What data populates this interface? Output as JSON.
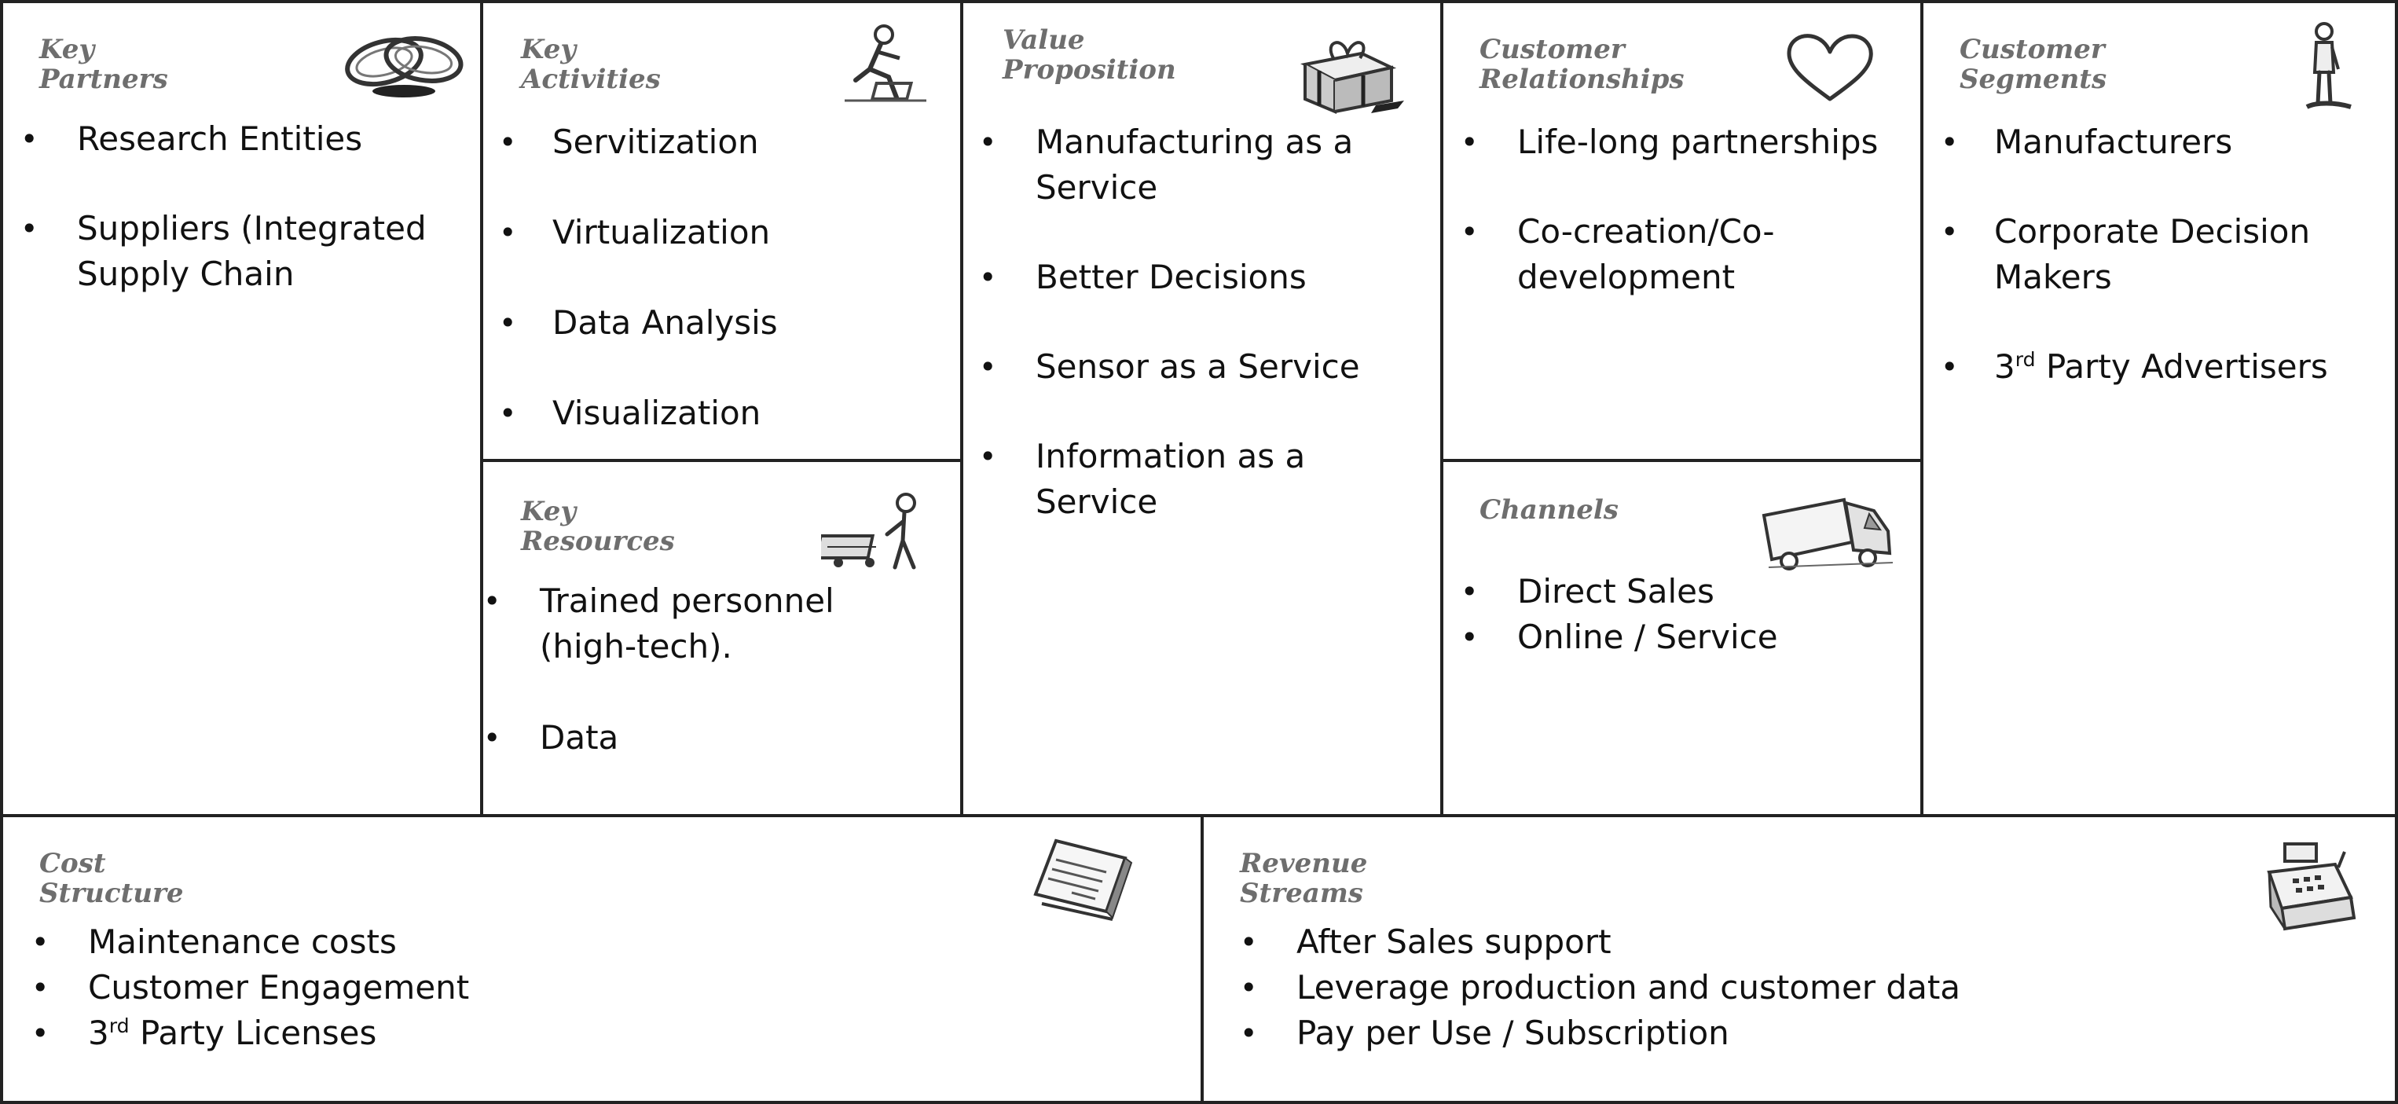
{
  "key_partners": {
    "title_line1": "Key",
    "title_line2": "Partners",
    "items": [
      {
        "line1": "Research Entities",
        "line2": ""
      },
      {
        "line1": "Suppliers (Integrated",
        "line2": "Supply Chain"
      }
    ]
  },
  "key_activities": {
    "title_line1": "Key",
    "title_line2": "Activities",
    "items": [
      "Servitization",
      "Virtualization",
      "Data Analysis",
      "Visualization"
    ]
  },
  "key_resources": {
    "title_line1": "Key",
    "title_line2": "Resources",
    "items": [
      {
        "line1": "Trained personnel",
        "line2": "(high-tech)."
      },
      {
        "line1": "Data",
        "line2": ""
      }
    ]
  },
  "value_proposition": {
    "title_line1": "Value",
    "title_line2": "Proposition",
    "items": [
      {
        "line1": "Manufacturing as a",
        "line2": "Service"
      },
      {
        "line1": "Better Decisions",
        "line2": ""
      },
      {
        "line1": "Sensor as a Service",
        "line2": ""
      },
      {
        "line1": "Information as a",
        "line2": "Service"
      }
    ]
  },
  "customer_relationships": {
    "title_line1": "Customer",
    "title_line2": "Relationships",
    "items": [
      {
        "line1": "Life-long partnerships",
        "line2": ""
      },
      {
        "line1": "Co-creation/Co-",
        "line2": "development"
      }
    ]
  },
  "channels": {
    "title": "Channels",
    "items": [
      "Direct Sales",
      "Online / Service"
    ]
  },
  "customer_segments": {
    "title_line1": "Customer",
    "title_line2": "Segments",
    "items": [
      {
        "line1": "Manufacturers",
        "line2": ""
      },
      {
        "line1": "Corporate Decision",
        "line2": "Makers"
      }
    ],
    "third_party": {
      "prefix": "3",
      "sup": "rd",
      "rest": " Party Advertisers"
    }
  },
  "cost_structure": {
    "title_line1": "Cost",
    "title_line2": "Structure",
    "items": [
      "Maintenance costs",
      "Customer Engagement"
    ],
    "third_party": {
      "prefix": "3",
      "sup": "rd",
      "rest": " Party Licenses"
    }
  },
  "revenue_streams": {
    "title_line1": "Revenue",
    "title_line2": "Streams",
    "items": [
      "After Sales support",
      "Leverage production and customer data",
      "Pay per Use / Subscription"
    ]
  },
  "icons": {
    "key_partners": "chain-links-icon",
    "key_activities": "worker-kneeling-icon",
    "key_resources": "worker-with-cart-icon",
    "value_proposition": "gift-box-icon",
    "customer_relationships": "heart-icon",
    "channels": "delivery-truck-icon",
    "customer_segments": "standing-person-icon",
    "cost_structure": "invoice-document-icon",
    "revenue_streams": "cash-register-icon"
  },
  "colors": {
    "border": "#222222",
    "title": "#6e6e6e",
    "text": "#111111"
  }
}
